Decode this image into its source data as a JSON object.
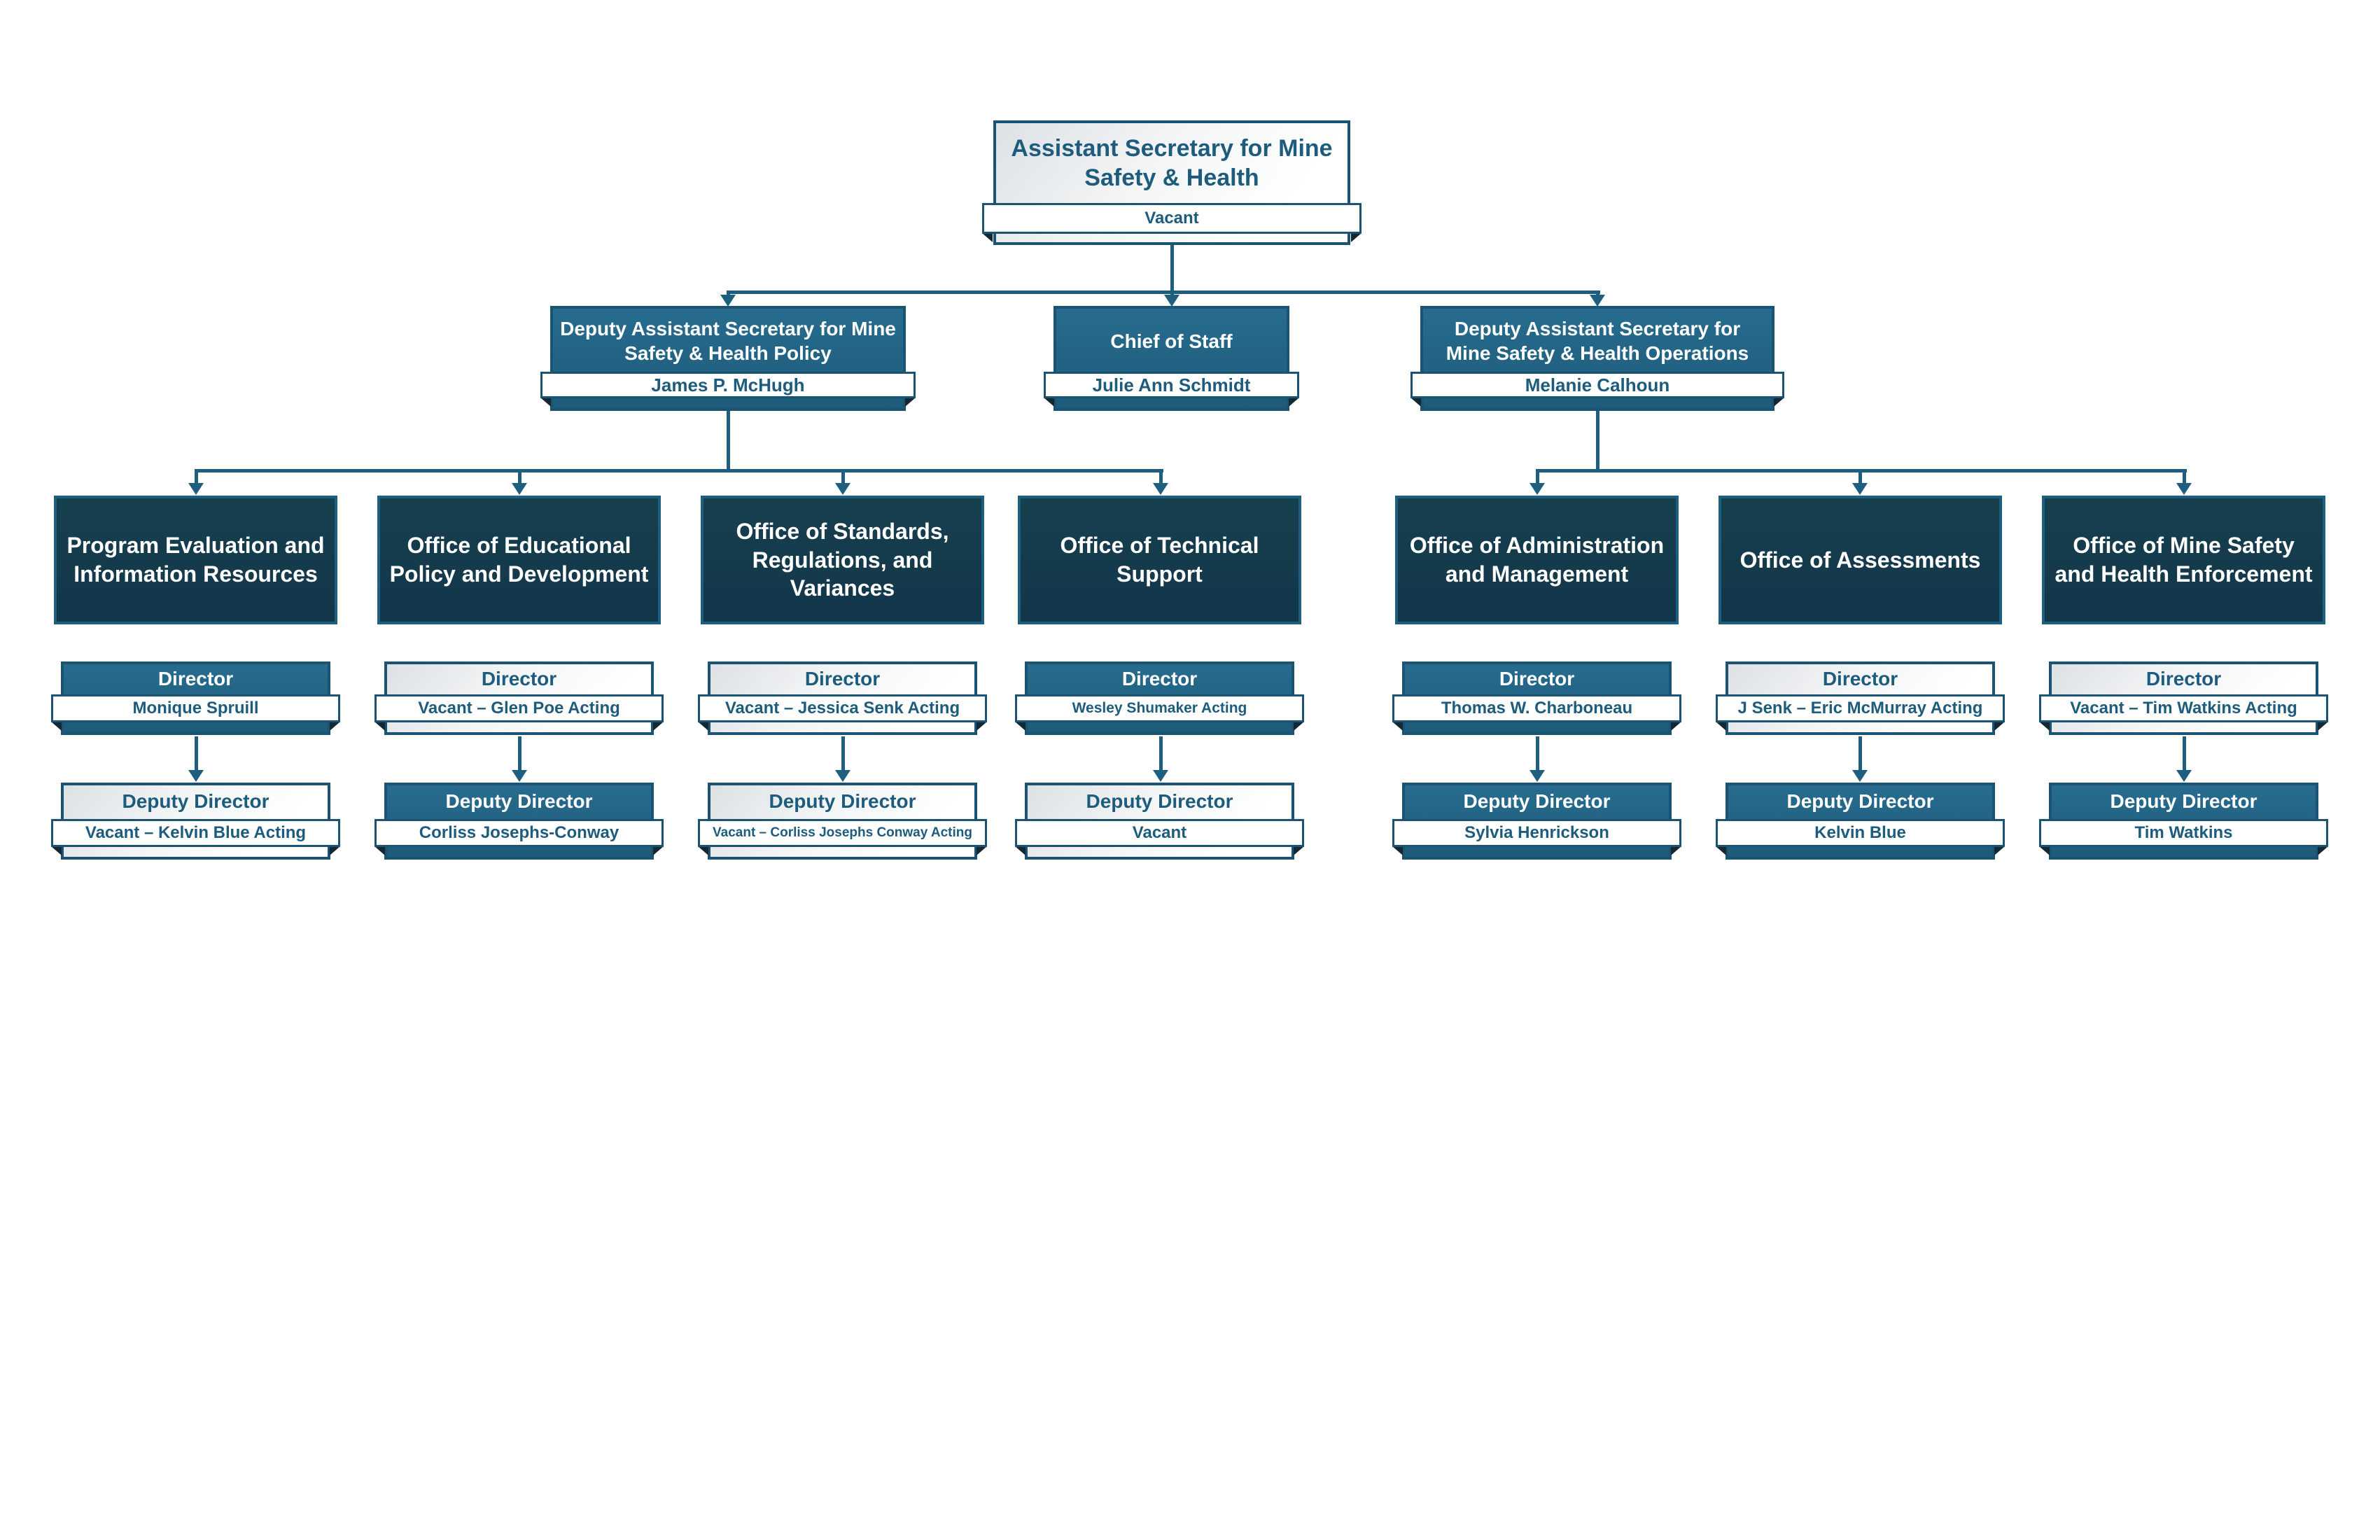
{
  "org": {
    "colors": {
      "teal": "#20607F",
      "navy": "#133947",
      "ink": "#1D5C7C",
      "line": "#1E5F80"
    },
    "root": {
      "title": "Assistant Secretary for Mine Safety & Health",
      "name": "Vacant"
    },
    "level2": [
      {
        "title": "Deputy Assistant Secretary for Mine Safety & Health Policy",
        "name": "James P. McHugh"
      },
      {
        "title": "Chief of Staff",
        "name": "Julie Ann Schmidt"
      },
      {
        "title": "Deputy Assistant Secretary for Mine Safety & Health Operations",
        "name": "Melanie Calhoun"
      }
    ],
    "offices": [
      {
        "title": "Program Evaluation and Information Resources",
        "director": {
          "label": "Director",
          "name": "Monique Spruill"
        },
        "deputy": {
          "label": "Deputy Director",
          "name": "Vacant – Kelvin Blue Acting"
        }
      },
      {
        "title": "Office of Educational Policy and Development",
        "director": {
          "label": "Director",
          "name": "Vacant – Glen Poe Acting"
        },
        "deputy": {
          "label": "Deputy Director",
          "name": "Corliss Josephs-Conway"
        }
      },
      {
        "title": "Office of Standards, Regulations, and Variances",
        "director": {
          "label": "Director",
          "name": "Vacant – Jessica Senk Acting"
        },
        "deputy": {
          "label": "Deputy Director",
          "name": "Vacant – Corliss Josephs Conway Acting"
        }
      },
      {
        "title": "Office of Technical Support",
        "director": {
          "label": "Director",
          "name": "Wesley Shumaker Acting"
        },
        "deputy": {
          "label": "Deputy Director",
          "name": "Vacant"
        }
      },
      {
        "title": "Office of Administration and Management",
        "director": {
          "label": "Director",
          "name": "Thomas W. Charboneau"
        },
        "deputy": {
          "label": "Deputy Director",
          "name": "Sylvia Henrickson"
        }
      },
      {
        "title": "Office of Assessments",
        "director": {
          "label": "Director",
          "name": "J Senk – Eric McMurray Acting"
        },
        "deputy": {
          "label": "Deputy Director",
          "name": "Kelvin Blue"
        }
      },
      {
        "title": "Office of Mine Safety and Health Enforcement",
        "director": {
          "label": "Director",
          "name": "Vacant – Tim Watkins Acting"
        },
        "deputy": {
          "label": "Deputy Director",
          "name": "Tim Watkins"
        }
      }
    ]
  }
}
